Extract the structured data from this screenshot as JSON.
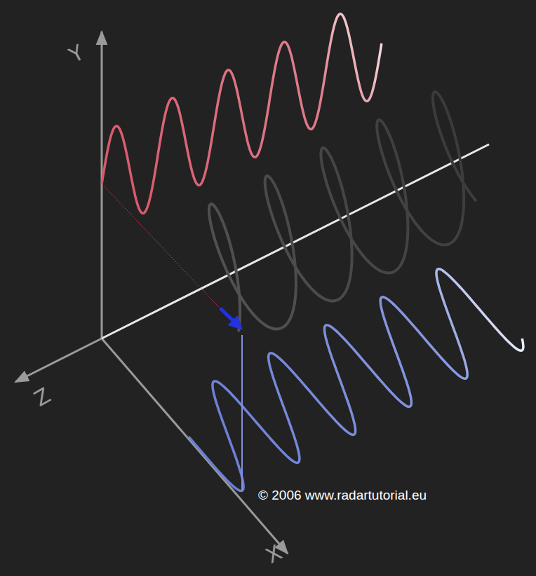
{
  "diagram": {
    "labels": [
      "Y",
      "Z",
      "X",
      "© 2006 www.radartutorial.eu"
    ]
  }
}
